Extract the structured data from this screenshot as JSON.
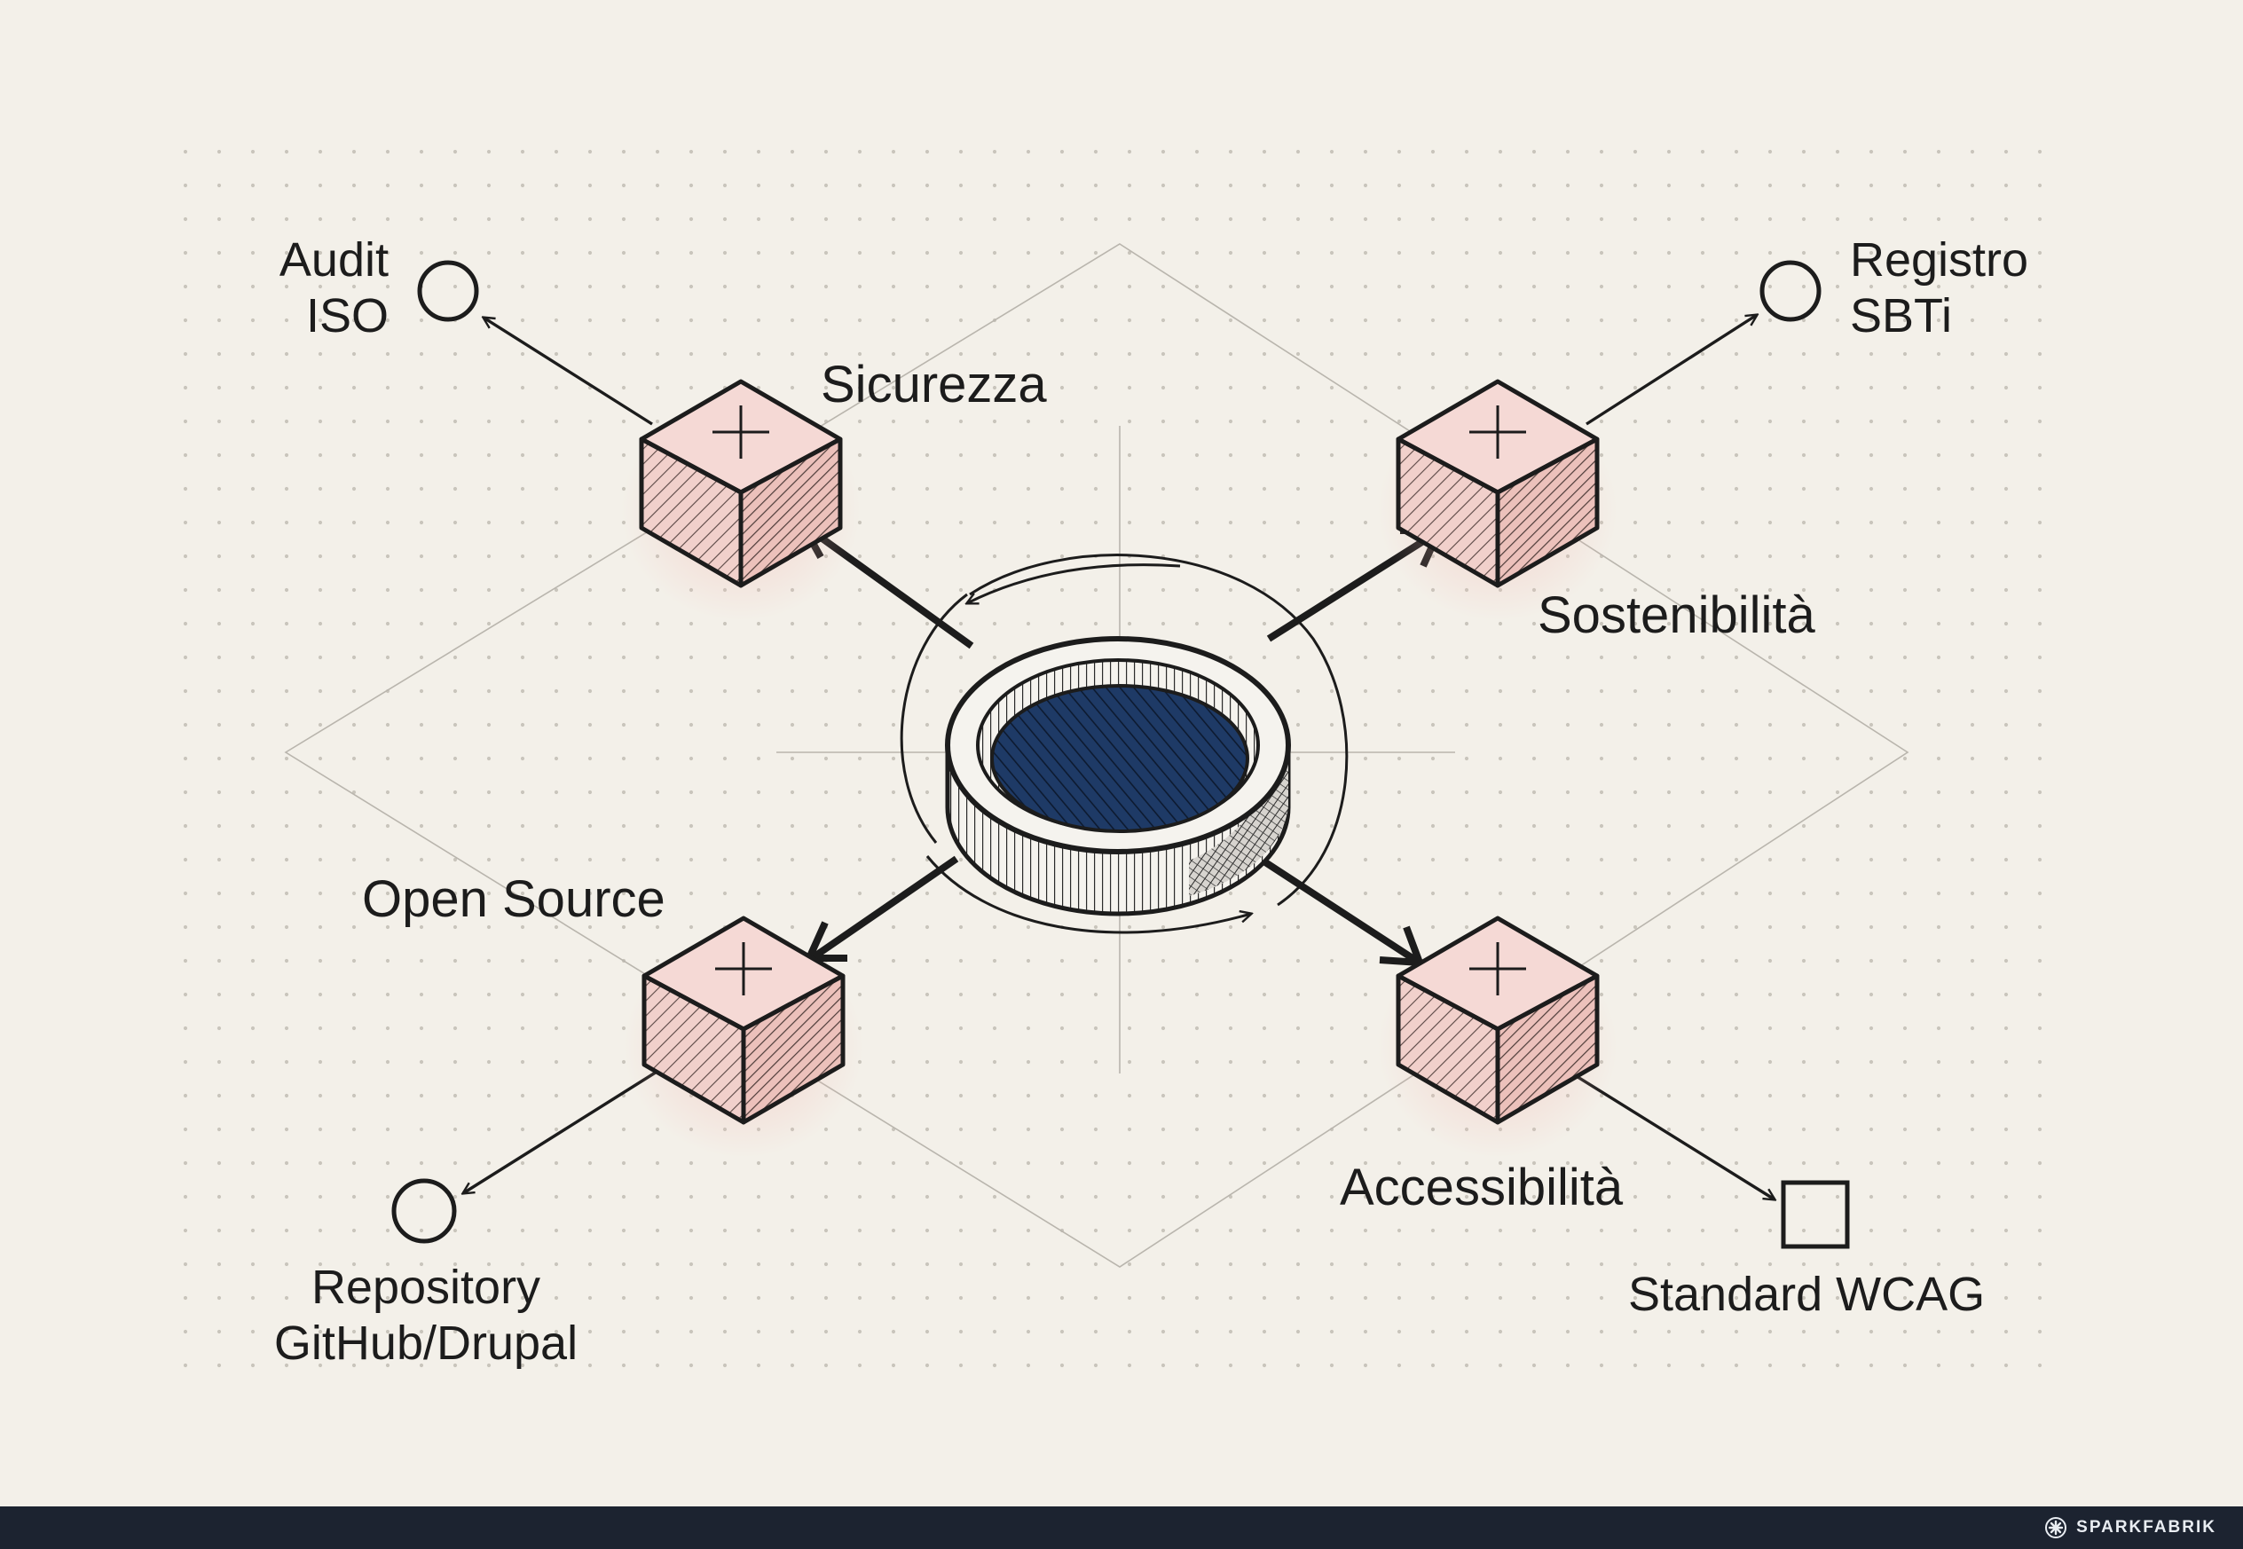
{
  "diagram": {
    "pillars": [
      {
        "id": "sicurezza",
        "label": "Sicurezza",
        "target": [
          "Audit",
          "ISO"
        ],
        "target_shape": "circle"
      },
      {
        "id": "sostenibilita",
        "label": "Sostenibilità",
        "target": [
          "Registro",
          "SBTi"
        ],
        "target_shape": "circle"
      },
      {
        "id": "opensource",
        "label": "Open Source",
        "target": [
          "Repository",
          "GitHub/Drupal"
        ],
        "target_shape": "circle"
      },
      {
        "id": "accessibilita",
        "label": "Accessibilità",
        "target": [
          "Standard WCAG"
        ],
        "target_shape": "square"
      }
    ]
  },
  "footer": {
    "brand": "SPARKFABRIK"
  },
  "colors": {
    "background": "#f3f0e9",
    "cube_face": "#f5d9d5",
    "cube_glow": "#f2b9b2",
    "hub_core": "#1e3a66",
    "ink": "#1c1c1c",
    "footer": "#1c2330"
  }
}
